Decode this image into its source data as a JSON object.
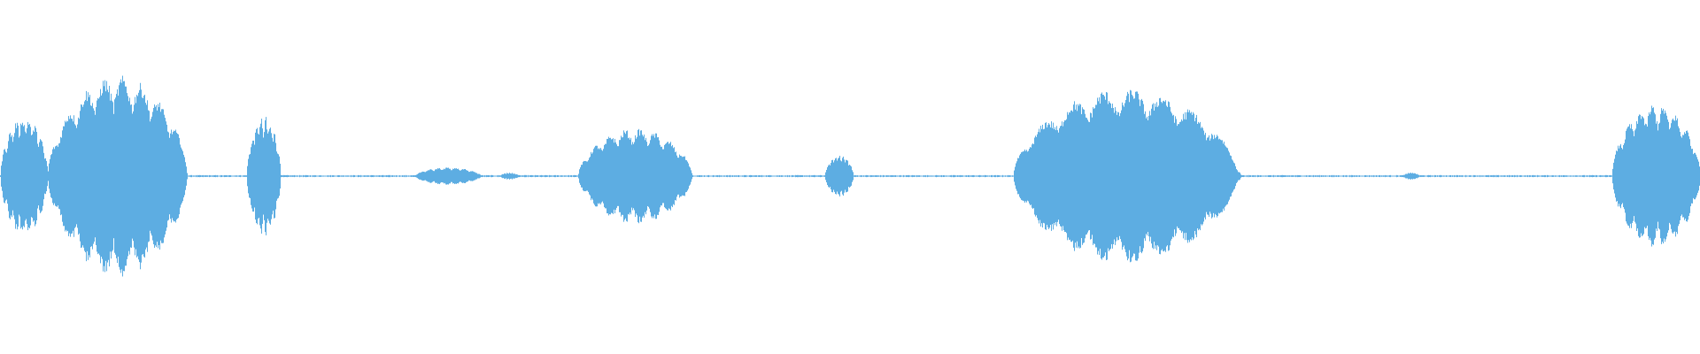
{
  "waveform": {
    "color": "#5dade2",
    "noise_floor": 0.006,
    "segments": [
      {
        "start": 0.0,
        "end": 0.028,
        "peak": 0.34
      },
      {
        "start": 0.028,
        "end": 0.11,
        "peak": 0.57
      },
      {
        "start": 0.145,
        "end": 0.165,
        "peak": 0.34
      },
      {
        "start": 0.244,
        "end": 0.283,
        "peak": 0.05
      },
      {
        "start": 0.294,
        "end": 0.305,
        "peak": 0.02
      },
      {
        "start": 0.34,
        "end": 0.407,
        "peak": 0.27
      },
      {
        "start": 0.485,
        "end": 0.502,
        "peak": 0.12
      },
      {
        "start": 0.596,
        "end": 0.728,
        "peak": 0.5
      },
      {
        "start": 0.716,
        "end": 0.73,
        "peak": 0.05
      },
      {
        "start": 0.825,
        "end": 0.835,
        "peak": 0.02
      },
      {
        "start": 0.948,
        "end": 1.0,
        "peak": 0.41
      }
    ]
  }
}
